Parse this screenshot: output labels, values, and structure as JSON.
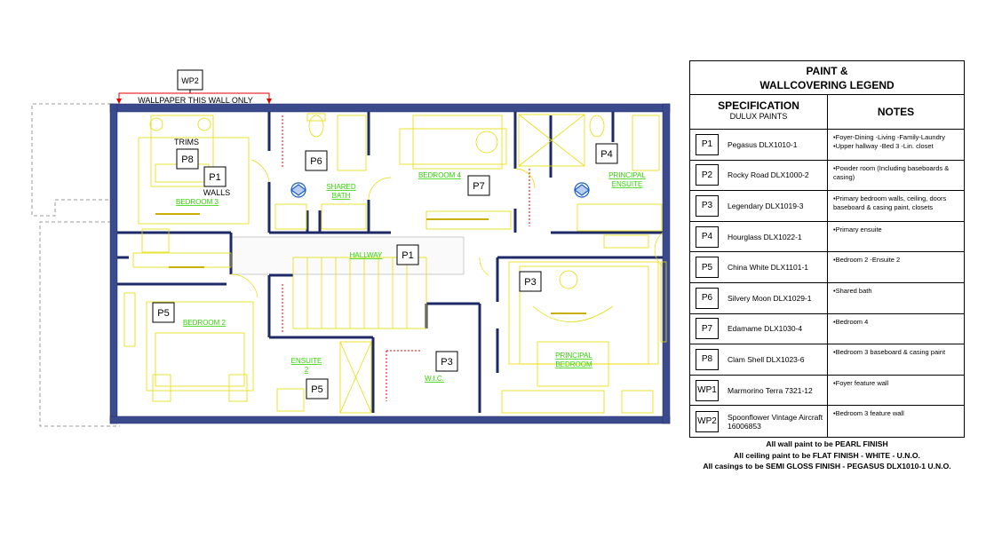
{
  "plan": {
    "wp2_tag": "WP2",
    "wallpaper_note": "WALLPAPER THIS WALL ONLY",
    "trims_label": "TRIMS",
    "walls_label": "WALLS",
    "rooms": {
      "bedroom3": "BEDROOM 3",
      "shared_bath_1": "SHARED",
      "shared_bath_2": "BATH",
      "bedroom4": "BEDROOM 4",
      "principal_ensuite_1": "PRINCIPAL",
      "principal_ensuite_2": "ENSUITE",
      "hallway": "HALLWAY",
      "bedroom2": "BEDROOM 2",
      "ensuite2_1": "ENSUITE",
      "ensuite2_2": "2",
      "wic": "W.I.C.",
      "principal_bedroom_1": "PRINCIPAL",
      "principal_bedroom_2": "BEDROOM"
    },
    "tags": {
      "p8": "P8",
      "p1_bed3": "P1",
      "p6": "P6",
      "p7": "P7",
      "p4": "P4",
      "p1_hall": "P1",
      "p3_principal": "P3",
      "p5_bed2": "P5",
      "p3_wic": "P3",
      "p5_ens": "P5"
    }
  },
  "legend": {
    "title_line1": "PAINT &",
    "title_line2": "WALLCOVERING LEGEND",
    "spec_header": "SPECIFICATION",
    "spec_sub": "DULUX PAINTS",
    "notes_header": "NOTES",
    "rows": [
      {
        "code": "P1",
        "name": "Pegasus DLX1010-1",
        "note": "•Foyer-Dining -Living -Family-Laundry •Upper hallway -Bed 3 -Lin. closet"
      },
      {
        "code": "P2",
        "name": "Rocky Road DLX1000-2",
        "note": "•Powder room (Including baseboards & casing)"
      },
      {
        "code": "P3",
        "name": "Legendary  DLX1019-3",
        "note": "•Primary bedroom walls, ceiling, doors baseboard & casing paint, closets"
      },
      {
        "code": "P4",
        "name": "Hourglass DLX1022-1",
        "note": "•Primary ensuite"
      },
      {
        "code": "P5",
        "name": "China White DLX1101-1",
        "note": "•Bedroom 2 -Ensuite 2"
      },
      {
        "code": "P6",
        "name": "Silvery Moon DLX1029-1",
        "note": "•Shared bath"
      },
      {
        "code": "P7",
        "name": "Edamame DLX1030-4",
        "note": "•Bedroom 4"
      },
      {
        "code": "P8",
        "name": "Clam Shell DLX1023-6",
        "note": "•Bedroom 3 baseboard & casing paint"
      },
      {
        "code": "WP1",
        "name": "Marmorino Terra 7321-12",
        "note": "•Foyer feature wall"
      },
      {
        "code": "WP2",
        "name": "Spoonflower Vintage Aircraft 16006853",
        "note": "•Bedroom 3 feature wall"
      }
    ]
  },
  "footer": {
    "line1": "All wall paint to be PEARL FINISH",
    "line2": "All ceiling paint to be FLAT FINISH - WHITE - U.N.O.",
    "line3": "All casings to be SEMI GLOSS FINISH - PEGASUS DLX1010-1 U.N.O."
  },
  "colors": {
    "wall": "#2b3a8f",
    "fixture": "#e8e000",
    "room_label": "#2fd600",
    "door_red": "#e00000",
    "tag_border": "#000000"
  }
}
